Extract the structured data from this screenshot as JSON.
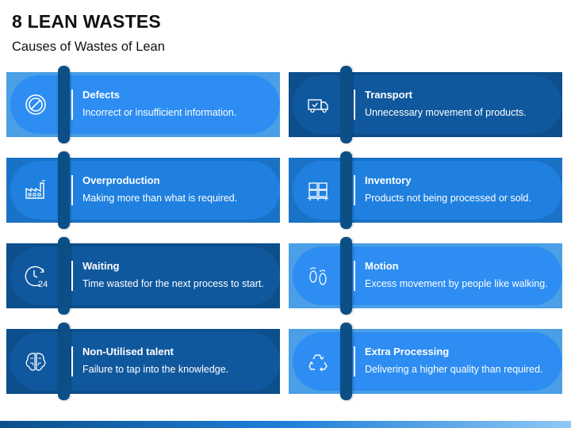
{
  "header": {
    "title": "8 LEAN WASTES",
    "subtitle": "Causes of Wastes of Lean"
  },
  "colors": {
    "dark": "#0c4f8c",
    "mid": "#1f80e0",
    "light": "#2d8df2"
  },
  "cards": [
    {
      "heading": "Defects",
      "description": "Incorrect or insufficient information.",
      "icon": "no-entry-icon"
    },
    {
      "heading": "Transport",
      "description": "Unnecessary movement of products.",
      "icon": "delivery-truck-icon"
    },
    {
      "heading": "Overproduction",
      "description": "Making more than what is required.",
      "icon": "factory-icon"
    },
    {
      "heading": "Inventory",
      "description": "Products not being processed or sold.",
      "icon": "pallet-boxes-icon"
    },
    {
      "heading": "Waiting",
      "description": "Time wasted for the next process to start.",
      "icon": "clock-24-icon"
    },
    {
      "heading": "Motion",
      "description": "Excess movement by people like walking.",
      "icon": "footprints-icon"
    },
    {
      "heading": "Non-Utilised talent",
      "description": "Failure to tap into the knowledge.",
      "icon": "brain-icon"
    },
    {
      "heading": "Extra Processing",
      "description": "Delivering a higher quality than required.",
      "icon": "recycle-icon"
    }
  ]
}
